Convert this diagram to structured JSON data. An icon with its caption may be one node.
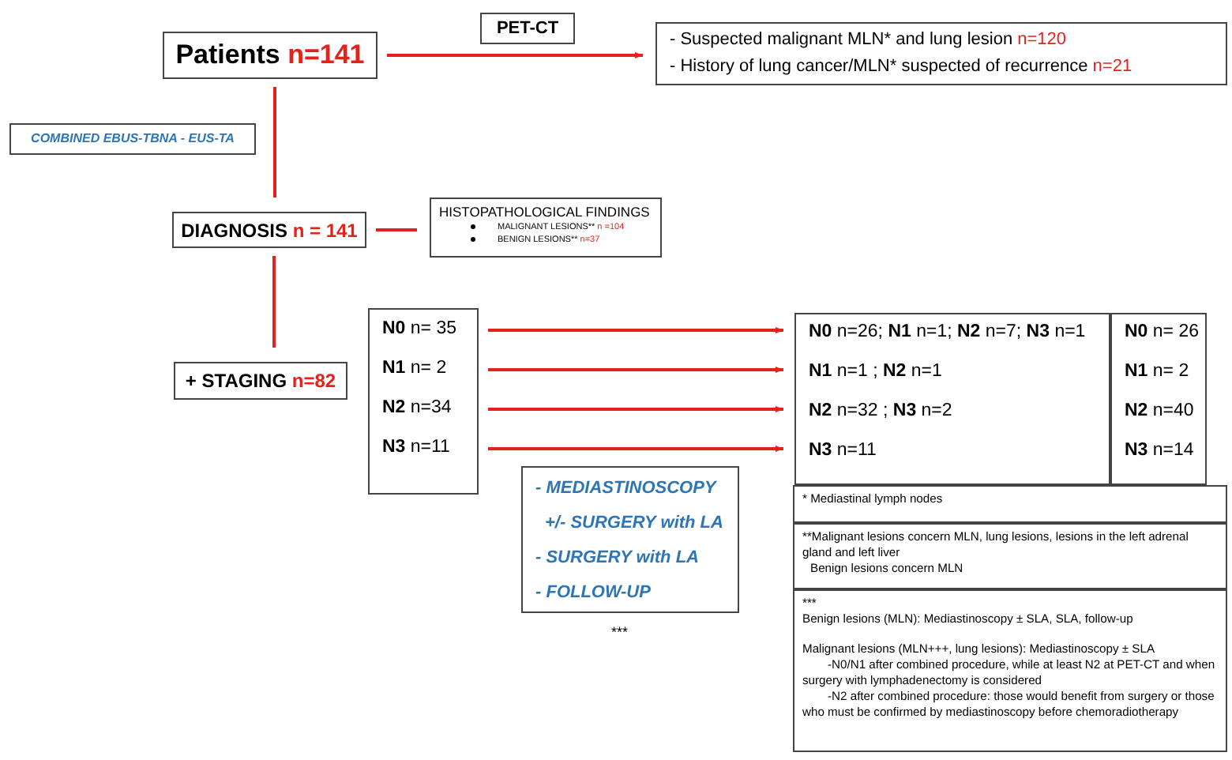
{
  "diagram": {
    "nodes": [
      {
        "text": [
          "Patients",
          "n=141"
        ]
      },
      {
        "text": [
          "PET-CT"
        ]
      },
      {
        "text": [
          "- Suspected malignant MLN* and lung lesion",
          "n=120",
          "- History of lung cancer/MLN* suspected of recurrence",
          "n=21"
        ]
      },
      {
        "text": [
          "COMBINED EBUS-TBNA - EUS-TA"
        ]
      },
      {
        "text": [
          "DIAGNOSIS",
          "n = 141"
        ]
      },
      {
        "text": [
          "HISTOPATHOLOGICAL FINDINGS",
          "MALIGNANT LESIONS**",
          "n =104",
          "BENIGN LESIONS**",
          "n=37"
        ]
      },
      {
        "text": [
          "+ STAGING",
          "n=82"
        ]
      },
      {
        "text": [],
        "shape": "box"
      },
      {
        "text": [
          "**N0** n= 35"
        ],
        "in": 7
      },
      {
        "text": [
          "**N1** n= 2"
        ],
        "in": 7
      },
      {
        "text": [
          "**N2** n=34"
        ],
        "in": 7
      },
      {
        "text": [
          "**N3** n=11"
        ],
        "in": 7
      },
      {
        "text": [],
        "shape": "box"
      },
      {
        "text": [
          "**N0** n=26; **N1** n=1; **N2** n=7; **N3** n=1"
        ],
        "in": 12
      },
      {
        "text": [
          "**N1** n=1 ; **N2** n=1"
        ],
        "in": 12
      },
      {
        "text": [
          "**N2** n=32 ; **N3** n=2"
        ],
        "in": 12
      },
      {
        "text": [
          "**N3** n=11"
        ],
        "in": 12
      },
      {
        "text": [],
        "shape": "box"
      },
      {
        "text": [
          "**N0** n= 26"
        ],
        "in": 17
      },
      {
        "text": [
          "**N1** n= 2"
        ],
        "in": 17
      },
      {
        "text": [
          "**N2** n=40"
        ],
        "in": 17
      },
      {
        "text": [
          "**N3** n=14"
        ],
        "in": 17
      },
      {
        "text": [
          "- MEDIASTINOSCOPY",
          "+/- SURGERY with LA",
          "- SURGERY with LA",
          "- FOLLOW-UP"
        ]
      },
      {
        "text": [
          "* Mediastinal lymph nodes"
        ]
      },
      {
        "text": [
          "**Malignant lesions concern MLN, lung lesions, lesions in the left adrenal gland and left liver",
          "Benign lesions concern MLN"
        ]
      },
      {
        "text": [
          "***",
          "Benign lesions (MLN): Mediastinoscopy ± SLA, SLA, follow-up",
          "Malignant lesions (MLN+++, lung lesions): Mediastinoscopy ± SLA",
          "-N0/N1 after combined procedure, while at least N2 at PET-CT and when surgery with lymphadenectomy is considered",
          "-N2 after combined procedure: those would benefit from surgery or those who must be confirmed by mediastinoscopy before chemoradiotherapy"
        ]
      }
    ],
    "edges": [
      {
        "from": 0,
        "to": 2,
        "arrow": "to"
      },
      {
        "from": 0,
        "to": 4,
        "arrow": "none"
      },
      {
        "from": 4,
        "to": 5,
        "arrow": "none"
      },
      {
        "from": 4,
        "to": 6,
        "arrow": "none"
      },
      {
        "from": 8,
        "to": 13,
        "arrow": "to"
      },
      {
        "from": 9,
        "to": 14,
        "arrow": "to"
      },
      {
        "from": 10,
        "to": 15,
        "arrow": "to"
      },
      {
        "from": 11,
        "to": 16,
        "arrow": "to"
      }
    ],
    "labels": [
      "***"
    ]
  }
}
